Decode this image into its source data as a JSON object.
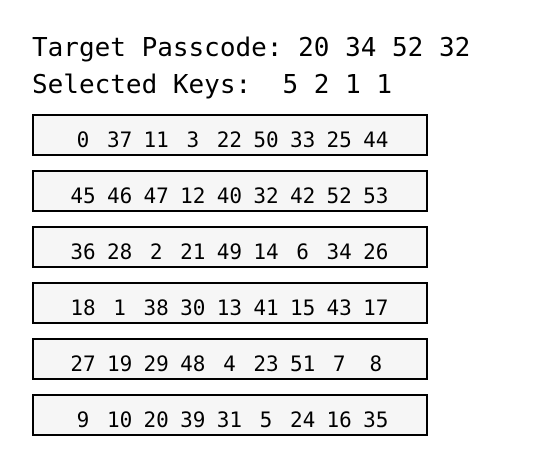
{
  "header": {
    "target_label": "Target Passcode:",
    "target_code": "20 34 52 32",
    "selected_label": "Selected Keys:",
    "selected_keys": "5 2 1 1"
  },
  "keypad": {
    "rows": [
      [
        "0",
        "37",
        "11",
        "3",
        "22",
        "50",
        "33",
        "25",
        "44"
      ],
      [
        "45",
        "46",
        "47",
        "12",
        "40",
        "32",
        "42",
        "52",
        "53"
      ],
      [
        "36",
        "28",
        "2",
        "21",
        "49",
        "14",
        "6",
        "34",
        "26"
      ],
      [
        "18",
        "1",
        "38",
        "30",
        "13",
        "41",
        "15",
        "43",
        "17"
      ],
      [
        "27",
        "19",
        "29",
        "48",
        "4",
        "23",
        "51",
        "7",
        "8"
      ],
      [
        "9",
        "10",
        "20",
        "39",
        "31",
        "5",
        "24",
        "16",
        "35"
      ]
    ]
  }
}
